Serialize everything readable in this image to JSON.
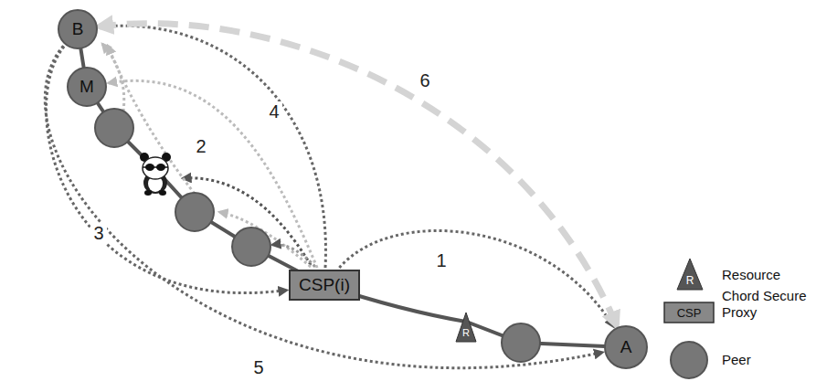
{
  "diagram": {
    "nodes": [
      {
        "text": [
          "B"
        ]
      },
      {
        "text": [
          "M"
        ]
      },
      {
        "text": [
          "CSP(i)"
        ]
      },
      {
        "text": [
          "A"
        ]
      }
    ],
    "edges": [
      {
        "from": 2,
        "to": 3,
        "arrow": "to"
      },
      {
        "from": 2,
        "to": 1,
        "arrow": "to"
      },
      {
        "from": 2,
        "to": 0,
        "arrow": "to"
      },
      {
        "from": 0,
        "to": 2,
        "arrow": "to"
      },
      {
        "from": 0,
        "to": 3,
        "arrow": "to"
      },
      {
        "from": 3,
        "to": 0,
        "arrow": "both"
      }
    ],
    "labels": [
      "1",
      "2",
      "3",
      "4",
      "5",
      "6",
      "R",
      "R",
      "CSP"
    ],
    "legend": [
      {
        "text": "Resource"
      },
      {
        "text": "Chord Secure Proxy"
      },
      {
        "text": "Peer"
      }
    ]
  }
}
